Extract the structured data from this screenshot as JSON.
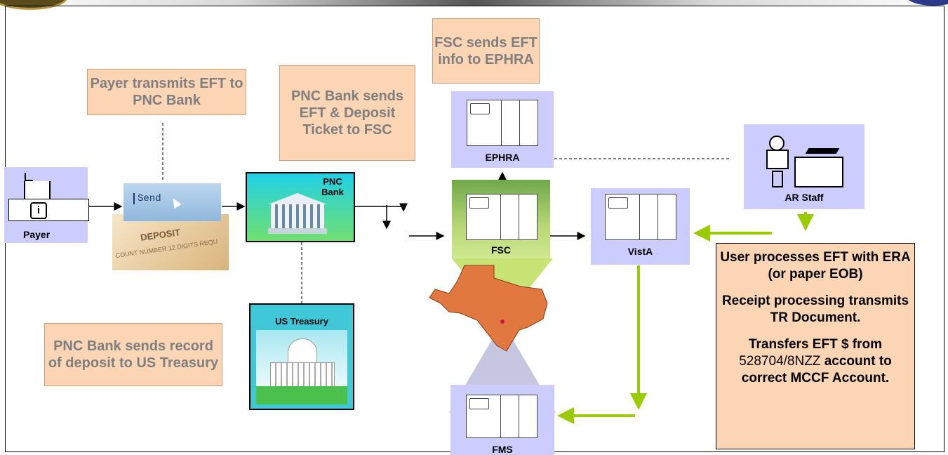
{
  "notes": {
    "payer_transmits": "Payer transmits EFT to PNC Bank",
    "pnc_sends": "PNC Bank sends EFT & Deposit Ticket to FSC",
    "fsc_sends": "FSC sends EFT info to EPHRA",
    "pnc_record": "PNC Bank sends record of deposit to US Treasury"
  },
  "nodes": {
    "payer": "Payer",
    "send": "Send",
    "deposit": "DEPOSIT",
    "deposit_sub": "COUNT NUMBER 12 DIGITS REQU",
    "pnc_bank": "PNC Bank",
    "us_treasury": "US Treasury",
    "ephra": "EPHRA",
    "fsc": "FSC",
    "vista": "VistA",
    "ar_staff": "AR Staff",
    "fms": "FMS"
  },
  "user_box": {
    "line1": "User processes EFT with ERA (or paper EOB)",
    "line2": "Receipt processing transmits TR Document.",
    "line3_a": "Transfers EFT $ from",
    "line3_account": "528704/8NZZ",
    "line3_b": "account to correct MCCF Account."
  },
  "colors": {
    "note_fill": "#fcd5b4",
    "panel_fill": "#ccccff",
    "arrow_green": "#99cc00"
  },
  "icons": [
    "payer-terminal-icon",
    "server-icon",
    "bank-building-icon",
    "capitol-icon",
    "texas-map-icon",
    "staff-desk-icon"
  ]
}
